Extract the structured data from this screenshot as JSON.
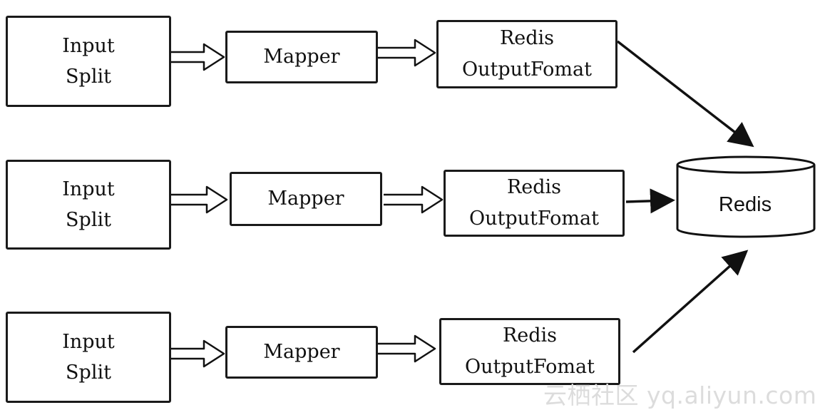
{
  "rows": [
    {
      "input_split": [
        "Input",
        "Split"
      ],
      "mapper": "Mapper",
      "output_format": [
        "Redis",
        "OutputFomat"
      ]
    },
    {
      "input_split": [
        "Input",
        "Split"
      ],
      "mapper": "Mapper",
      "output_format": [
        "Redis",
        "OutputFomat"
      ]
    },
    {
      "input_split": [
        "Input",
        "Split"
      ],
      "mapper": "Mapper",
      "output_format": [
        "Redis",
        "OutputFomat"
      ]
    }
  ],
  "database": {
    "label": "Redis",
    "icon": "database-cylinder-icon"
  },
  "watermark": "云栖社区 yq.aliyun.com"
}
